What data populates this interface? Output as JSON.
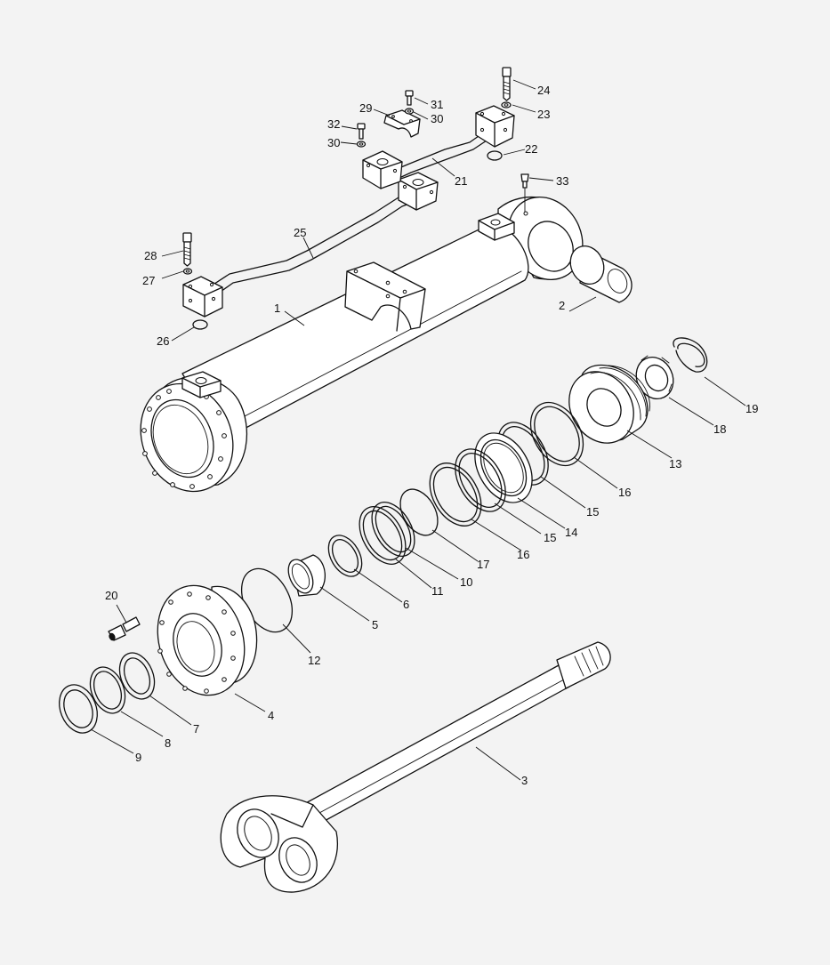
{
  "callouts": [
    {
      "id": "1",
      "label": "1"
    },
    {
      "id": "2",
      "label": "2"
    },
    {
      "id": "3",
      "label": "3"
    },
    {
      "id": "4",
      "label": "4"
    },
    {
      "id": "5",
      "label": "5"
    },
    {
      "id": "6",
      "label": "6"
    },
    {
      "id": "7",
      "label": "7"
    },
    {
      "id": "8",
      "label": "8"
    },
    {
      "id": "9",
      "label": "9"
    },
    {
      "id": "10",
      "label": "10"
    },
    {
      "id": "11",
      "label": "11"
    },
    {
      "id": "12",
      "label": "12"
    },
    {
      "id": "13",
      "label": "13"
    },
    {
      "id": "14",
      "label": "14"
    },
    {
      "id": "15a",
      "label": "15"
    },
    {
      "id": "15b",
      "label": "15"
    },
    {
      "id": "16a",
      "label": "16"
    },
    {
      "id": "16b",
      "label": "16"
    },
    {
      "id": "17",
      "label": "17"
    },
    {
      "id": "18",
      "label": "18"
    },
    {
      "id": "19",
      "label": "19"
    },
    {
      "id": "20",
      "label": "20"
    },
    {
      "id": "21",
      "label": "21"
    },
    {
      "id": "22",
      "label": "22"
    },
    {
      "id": "23",
      "label": "23"
    },
    {
      "id": "24",
      "label": "24"
    },
    {
      "id": "25",
      "label": "25"
    },
    {
      "id": "26",
      "label": "26"
    },
    {
      "id": "27",
      "label": "27"
    },
    {
      "id": "28",
      "label": "28"
    },
    {
      "id": "29",
      "label": "29"
    },
    {
      "id": "30a",
      "label": "30"
    },
    {
      "id": "30b",
      "label": "30"
    },
    {
      "id": "31",
      "label": "31"
    },
    {
      "id": "32",
      "label": "32"
    },
    {
      "id": "33",
      "label": "33"
    }
  ]
}
